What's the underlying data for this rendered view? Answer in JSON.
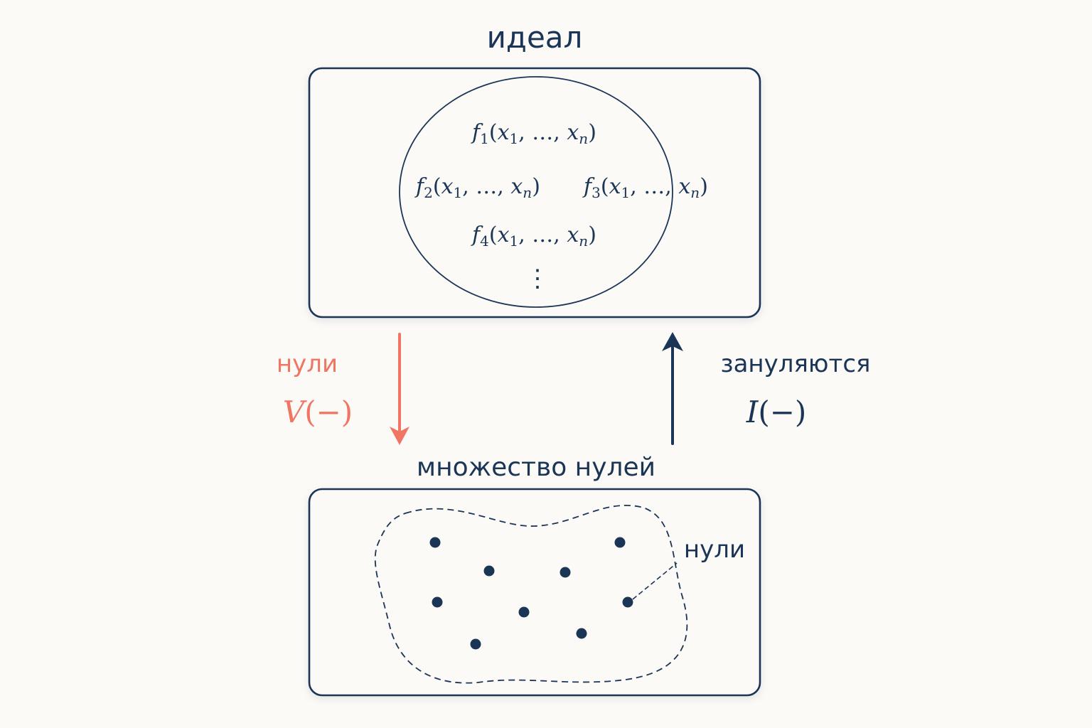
{
  "colors": {
    "background": "#fcfaf7",
    "navy": "#1b3556",
    "coral": "#f07563"
  },
  "ideal_box": {
    "title": "идеал",
    "polynomials": [
      {
        "name": "f",
        "sub": "1",
        "args_open": "(",
        "x": "x",
        "x_sub": "1",
        "sep": ", …, ",
        "xn": "x",
        "xn_sub": "n",
        "args_close": ")"
      },
      {
        "name": "f",
        "sub": "2",
        "args_open": "(",
        "x": "x",
        "x_sub": "1",
        "sep": ", …, ",
        "xn": "x",
        "xn_sub": "n",
        "args_close": ")"
      },
      {
        "name": "f",
        "sub": "3",
        "args_open": "(",
        "x": "x",
        "x_sub": "1",
        "sep": ", …, ",
        "xn": "x",
        "xn_sub": "n",
        "args_close": ")"
      },
      {
        "name": "f",
        "sub": "4",
        "args_open": "(",
        "x": "x",
        "x_sub": "1",
        "sep": ", …, ",
        "xn": "x",
        "xn_sub": "n",
        "args_close": ")"
      }
    ],
    "ellipsis": "⋮"
  },
  "down_arrow": {
    "label": "нули",
    "operator": "V",
    "operator_arg": "(−)"
  },
  "up_arrow": {
    "label": "зануляются",
    "operator": "I",
    "operator_arg": "(−)"
  },
  "zero_set_box": {
    "title": "множество нулей",
    "points_label": "нули"
  }
}
